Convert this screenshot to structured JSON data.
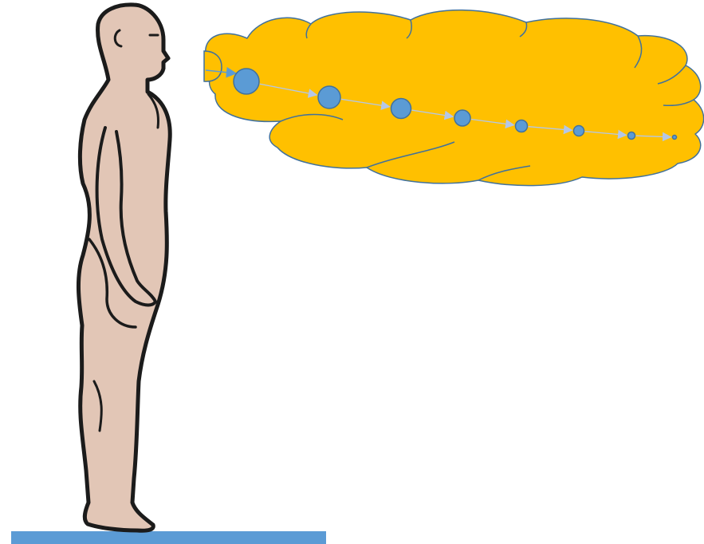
{
  "diagram": {
    "description": "",
    "figure": {
      "icon": "standing-person-side-view",
      "skin_color": "#e2c6b6",
      "outline_color": "#1b1b1b"
    },
    "ground": {
      "color": "#5b9bd5"
    },
    "cloud": {
      "icon": "thought-cloud",
      "fill_color": "#ffc000",
      "stroke_color": "#41719c"
    },
    "bubbles": {
      "fill_color": "#5b9bd5",
      "stroke_color": "#41719c",
      "arrow_color": "#b4c7e7",
      "count": 8
    }
  }
}
